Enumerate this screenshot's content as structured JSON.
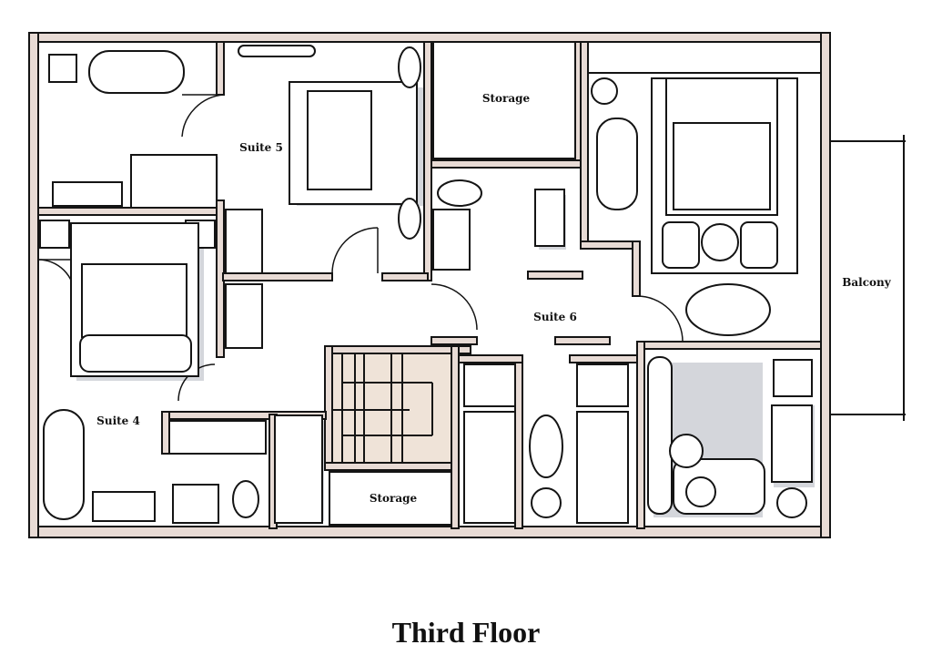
{
  "floor_plan": {
    "title": "Third Floor",
    "rooms": {
      "storage_top": "Storage",
      "suite5": "Suite 5",
      "suite6": "Suite 6",
      "suite4": "Suite 4",
      "storage_bottom": "Storage",
      "balcony": "Balcony"
    }
  },
  "colors": {
    "wall": "#e8dbd5",
    "stairs": "#efe3d8",
    "shadow": "#d4d6db",
    "ink": "#141414"
  }
}
